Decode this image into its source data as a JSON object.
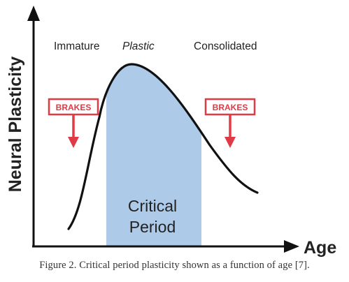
{
  "diagram": {
    "y_axis_label": "Neural Plasticity",
    "x_axis_label": "Age",
    "stage_labels": {
      "immature": "Immature",
      "plastic": "Plastic",
      "consolidated": "Consolidated"
    },
    "brake_label_left": "BRAKES",
    "brake_label_right": "BRAKES",
    "critical_period_line1": "Critical",
    "critical_period_line2": "Period"
  },
  "caption": "Figure 2. Critical period plasticity shown as a function of age [7].",
  "colors": {
    "axis": "#111111",
    "curve": "#111111",
    "critical_period_fill": "#adcbe8",
    "brakes": "#e03a45",
    "text": "#222222"
  }
}
